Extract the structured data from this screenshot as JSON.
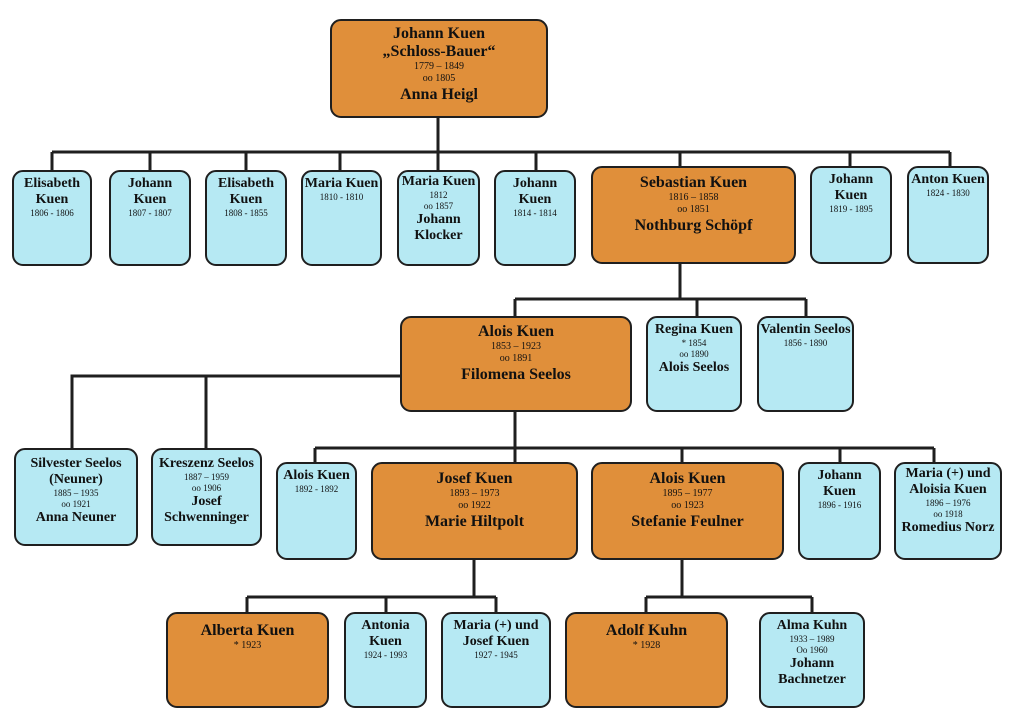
{
  "people": {
    "root": {
      "name": "Johann Kuen",
      "nick": "„Schloss-Bauer“",
      "dates": "1779 – 1849",
      "marriage": "oo 1805",
      "spouse": "Anna Heigl"
    },
    "elisabeth1": {
      "name": "Elisabeth Kuen",
      "dates": "1806 - 1806"
    },
    "johann1": {
      "name": "Johann Kuen",
      "dates": "1807 - 1807"
    },
    "elisabeth2": {
      "name": "Elisabeth Kuen",
      "dates": "1808 - 1855"
    },
    "maria1": {
      "name": "Maria Kuen",
      "dates": "1810 - 1810"
    },
    "maria2": {
      "name": "Maria Kuen",
      "dates": "1812",
      "marriage": "oo 1857",
      "spouse": "Johann Klocker"
    },
    "johann2": {
      "name": "Johann Kuen",
      "dates": "1814 - 1814"
    },
    "sebastian": {
      "name": "Sebastian Kuen",
      "dates": "1816 – 1858",
      "marriage": "oo 1851",
      "spouse": "Nothburg Schöpf"
    },
    "johann3": {
      "name": "Johann Kuen",
      "dates": "1819 - 1895"
    },
    "anton": {
      "name": "Anton Kuen",
      "dates": "1824 - 1830"
    },
    "alois1": {
      "name": "Alois Kuen",
      "dates": "1853 – 1923",
      "marriage": "oo 1891",
      "spouse": "Filomena Seelos"
    },
    "regina": {
      "name": "Regina Kuen",
      "dates": "* 1854",
      "marriage": "oo 1890",
      "spouse": "Alois Seelos"
    },
    "valentin": {
      "name": "Valentin Seelos",
      "dates": "1856 - 1890"
    },
    "silvester": {
      "name": "Silvester Seelos (Neuner)",
      "dates": "1885 – 1935",
      "marriage": "oo 1921",
      "spouse": "Anna Neuner"
    },
    "kreszenz": {
      "name": "Kreszenz Seelos",
      "dates": "1887 – 1959",
      "marriage": "oo 1906",
      "spouse": "Josef Schwenninger"
    },
    "alois2": {
      "name": "Alois Kuen",
      "dates": "1892 - 1892"
    },
    "josef": {
      "name": "Josef Kuen",
      "dates": "1893 – 1973",
      "marriage": "oo 1922",
      "spouse": "Marie Hiltpolt"
    },
    "alois3": {
      "name": "Alois Kuen",
      "dates": "1895 – 1977",
      "marriage": "oo 1923",
      "spouse": "Stefanie Feulner"
    },
    "johann4": {
      "name": "Johann Kuen",
      "dates": "1896 - 1916"
    },
    "maria3": {
      "name": "Maria (+) und Aloisia Kuen",
      "dates": "1896 – 1976",
      "marriage": "oo 1918",
      "spouse": "Romedius Norz"
    },
    "alberta": {
      "name": "Alberta Kuen",
      "dates": "* 1923"
    },
    "antonia": {
      "name": "Antonia Kuen",
      "dates": "1924 - 1993"
    },
    "maria4": {
      "name": "Maria (+) und Josef Kuen",
      "dates": "1927 - 1945"
    },
    "adolf": {
      "name": "Adolf Kuhn",
      "dates": "* 1928"
    },
    "alma": {
      "name": "Alma Kuhn",
      "dates": "1933 – 1989",
      "marriage": "Oo 1960",
      "spouse": "Johann Bachnetzer"
    }
  },
  "colors": {
    "married_box": "#e08f3a",
    "single_box": "#b6e9f3",
    "line": "#1f1f1f"
  }
}
